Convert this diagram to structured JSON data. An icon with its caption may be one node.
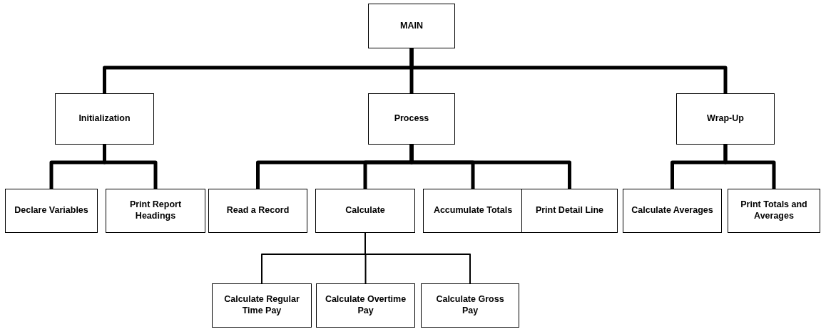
{
  "diagram": {
    "nodes": [
      {
        "text": [
          "MAIN"
        ]
      },
      {
        "text": [
          "Initialization"
        ]
      },
      {
        "text": [
          "Process"
        ]
      },
      {
        "text": [
          "Wrap-Up"
        ]
      },
      {
        "text": [
          "Declare Variables"
        ]
      },
      {
        "text": [
          "Print Report Headings"
        ]
      },
      {
        "text": [
          "Read a Record"
        ]
      },
      {
        "text": [
          "Calculate"
        ]
      },
      {
        "text": [
          "Accumulate Totals"
        ]
      },
      {
        "text": [
          "Print Detail Line"
        ]
      },
      {
        "text": [
          "Calculate Averages"
        ]
      },
      {
        "text": [
          "Print Totals and Averages"
        ]
      },
      {
        "text": [
          "Calculate Regular Time Pay"
        ]
      },
      {
        "text": [
          "Calculate Overtime Pay"
        ]
      },
      {
        "text": [
          "Calculate Gross Pay"
        ]
      }
    ],
    "edges": [
      {
        "from": 0,
        "to": 1,
        "arrow": "none"
      },
      {
        "from": 0,
        "to": 2,
        "arrow": "none"
      },
      {
        "from": 0,
        "to": 3,
        "arrow": "none"
      },
      {
        "from": 1,
        "to": 4,
        "arrow": "none"
      },
      {
        "from": 1,
        "to": 5,
        "arrow": "none"
      },
      {
        "from": 2,
        "to": 6,
        "arrow": "none"
      },
      {
        "from": 2,
        "to": 7,
        "arrow": "none"
      },
      {
        "from": 2,
        "to": 8,
        "arrow": "none"
      },
      {
        "from": 2,
        "to": 9,
        "arrow": "none"
      },
      {
        "from": 3,
        "to": 10,
        "arrow": "none"
      },
      {
        "from": 3,
        "to": 11,
        "arrow": "none"
      },
      {
        "from": 7,
        "to": 12,
        "arrow": "none"
      },
      {
        "from": 7,
        "to": 13,
        "arrow": "none"
      },
      {
        "from": 7,
        "to": 14,
        "arrow": "none"
      }
    ]
  }
}
